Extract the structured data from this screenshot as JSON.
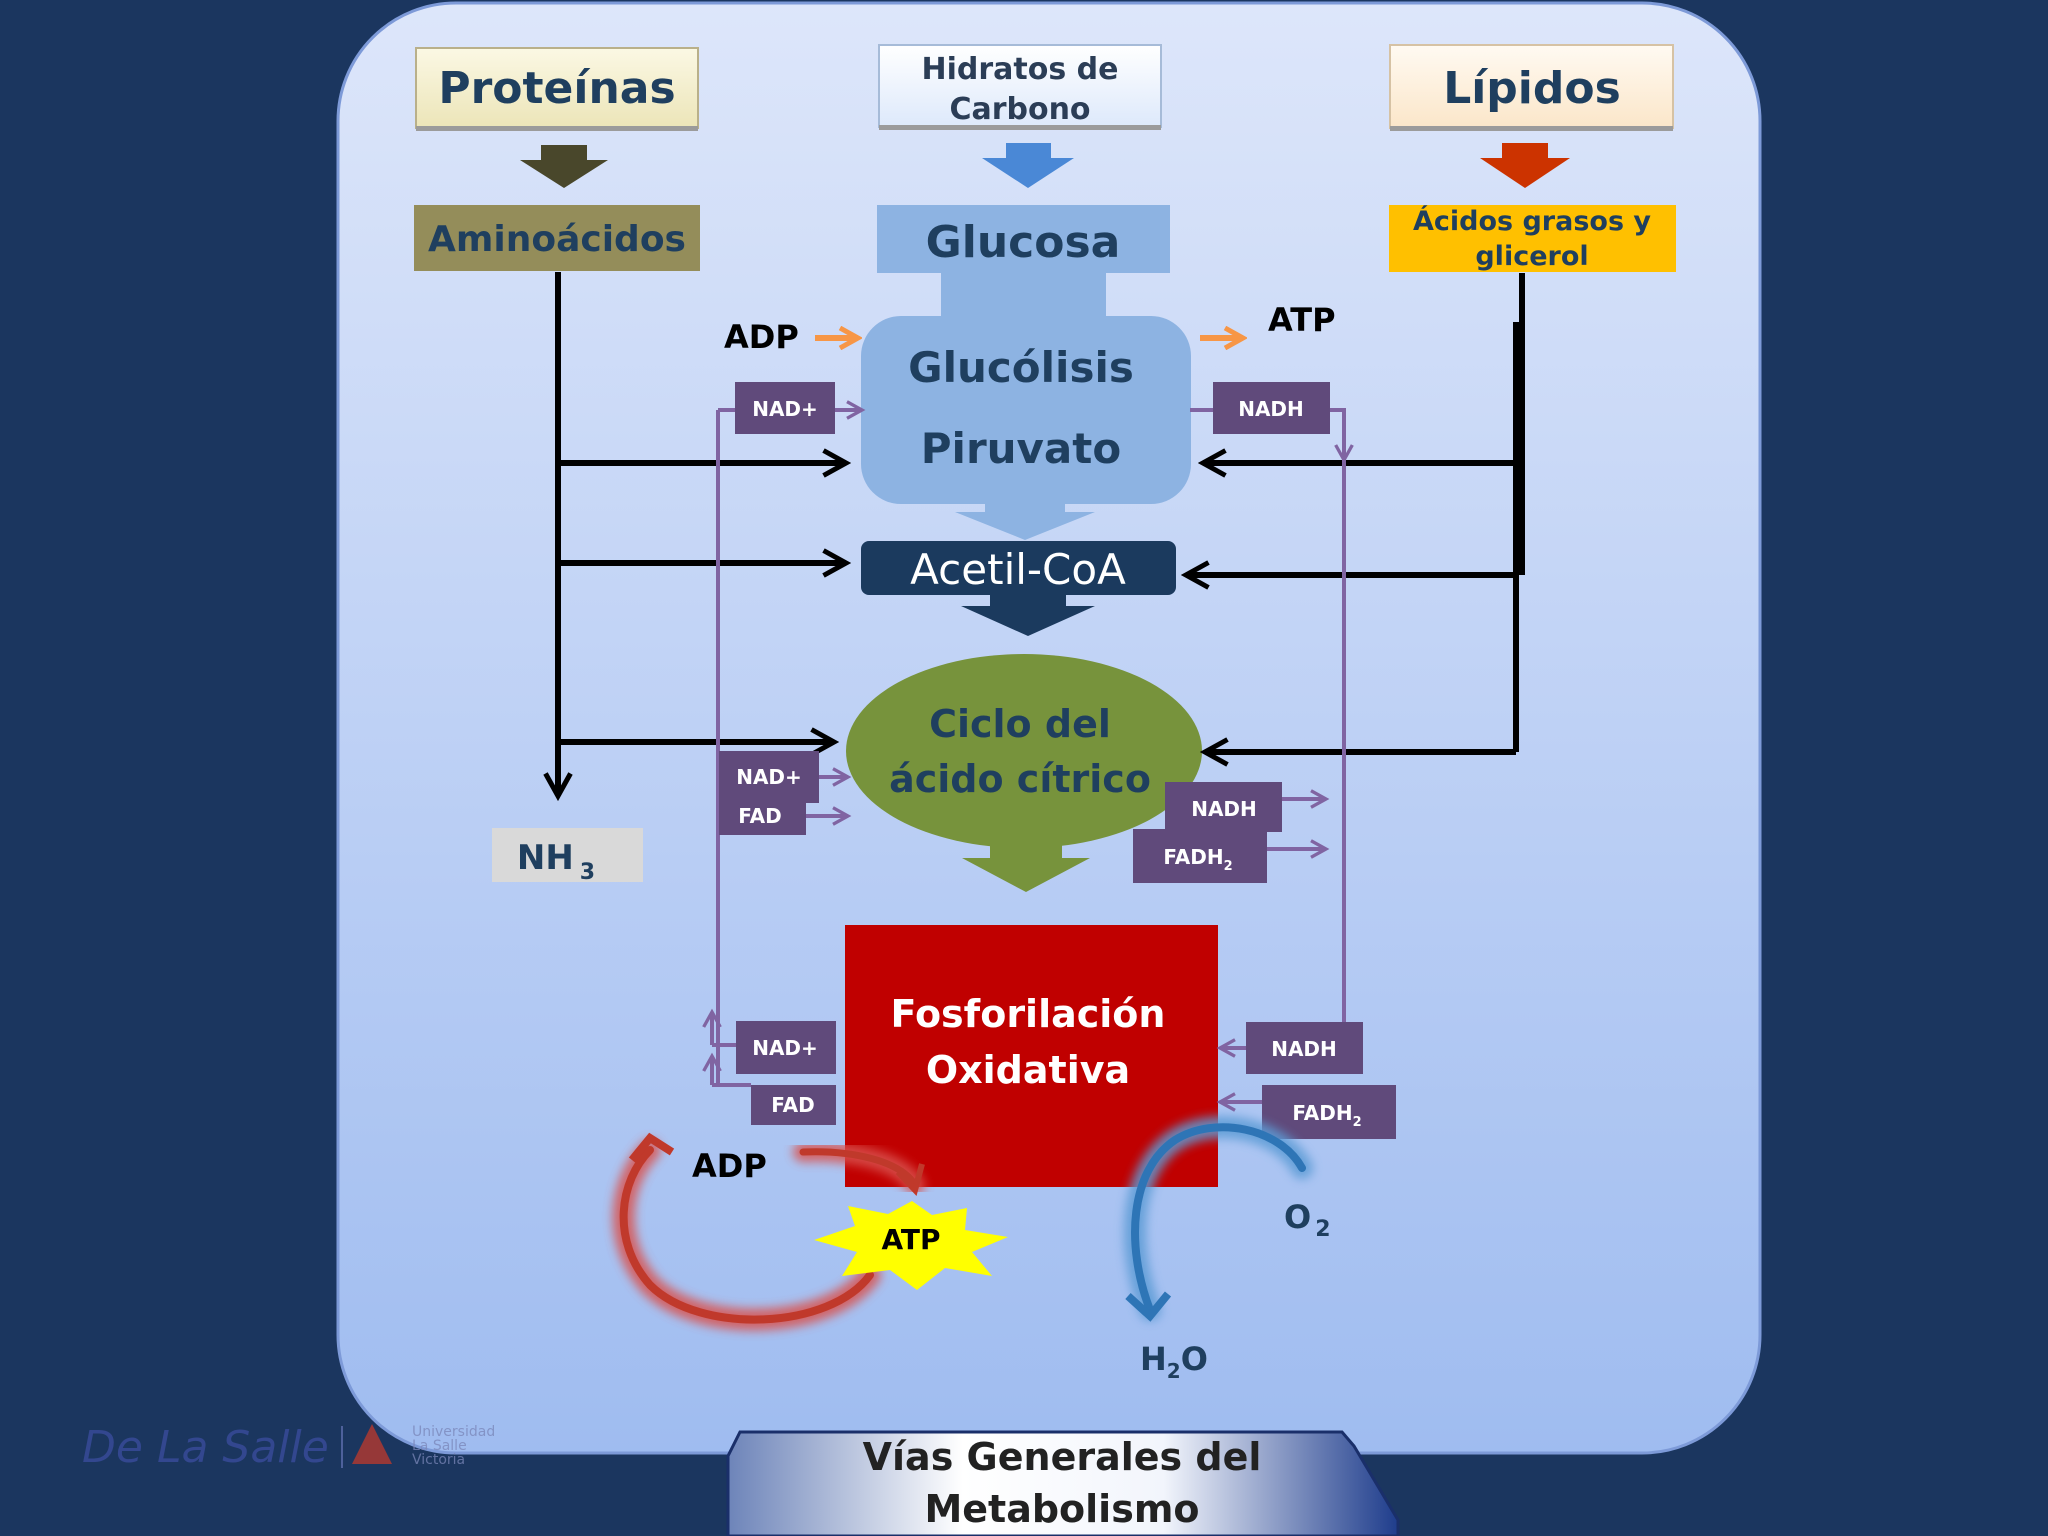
{
  "sources": {
    "proteins": "Proteínas",
    "carbs_line1": "Hidratos de",
    "carbs_line2": "Carbono",
    "lipids": "Lípidos"
  },
  "intermediates": {
    "amino_acids": "Aminoácidos",
    "glucose": "Glucosa",
    "fatty_acids_line1": "Ácidos grasos y",
    "fatty_acids_line2": "glicerol",
    "glycolysis": "Glucólisis",
    "pyruvate": "Piruvato",
    "acetyl_coa": "Acetil-CoA",
    "krebs_line1": "Ciclo del",
    "krebs_line2": "ácido cítrico",
    "nh3_main": "NH",
    "nh3_sub": "3",
    "oxphos_line1": "Fosforilación",
    "oxphos_line2": "Oxidativa"
  },
  "cofactors": {
    "adp": "ADP",
    "atp": "ATP",
    "nad_plus": "NAD+",
    "nadh": "NADH",
    "fad": "FAD",
    "fadh_main": "FADH",
    "fadh_sub": "2",
    "o_main": "O",
    "o_sub": "2",
    "h2o_h": "H",
    "h2o_sub": "2",
    "h2o_o": "O"
  },
  "footer": {
    "logo_script": "De La Salle",
    "logo_line1": "Universidad",
    "logo_line2": "La Salle",
    "logo_line3": "Victoria",
    "title_line1": "Vías Generales del",
    "title_line2": "Metabolismo"
  },
  "colors": {
    "background": "#1b365f",
    "panel": "#c8d8f8",
    "amino": "#948d5a",
    "glucose": "#8db3e2",
    "fatty": "#ffc000",
    "acetyl": "#1b3a5e",
    "krebs": "#77933c",
    "oxphos": "#c00000",
    "cofactor_box": "#604a7b",
    "purple_line": "#8064a2",
    "orange": "#f79646",
    "atp_star": "#ffff00"
  }
}
